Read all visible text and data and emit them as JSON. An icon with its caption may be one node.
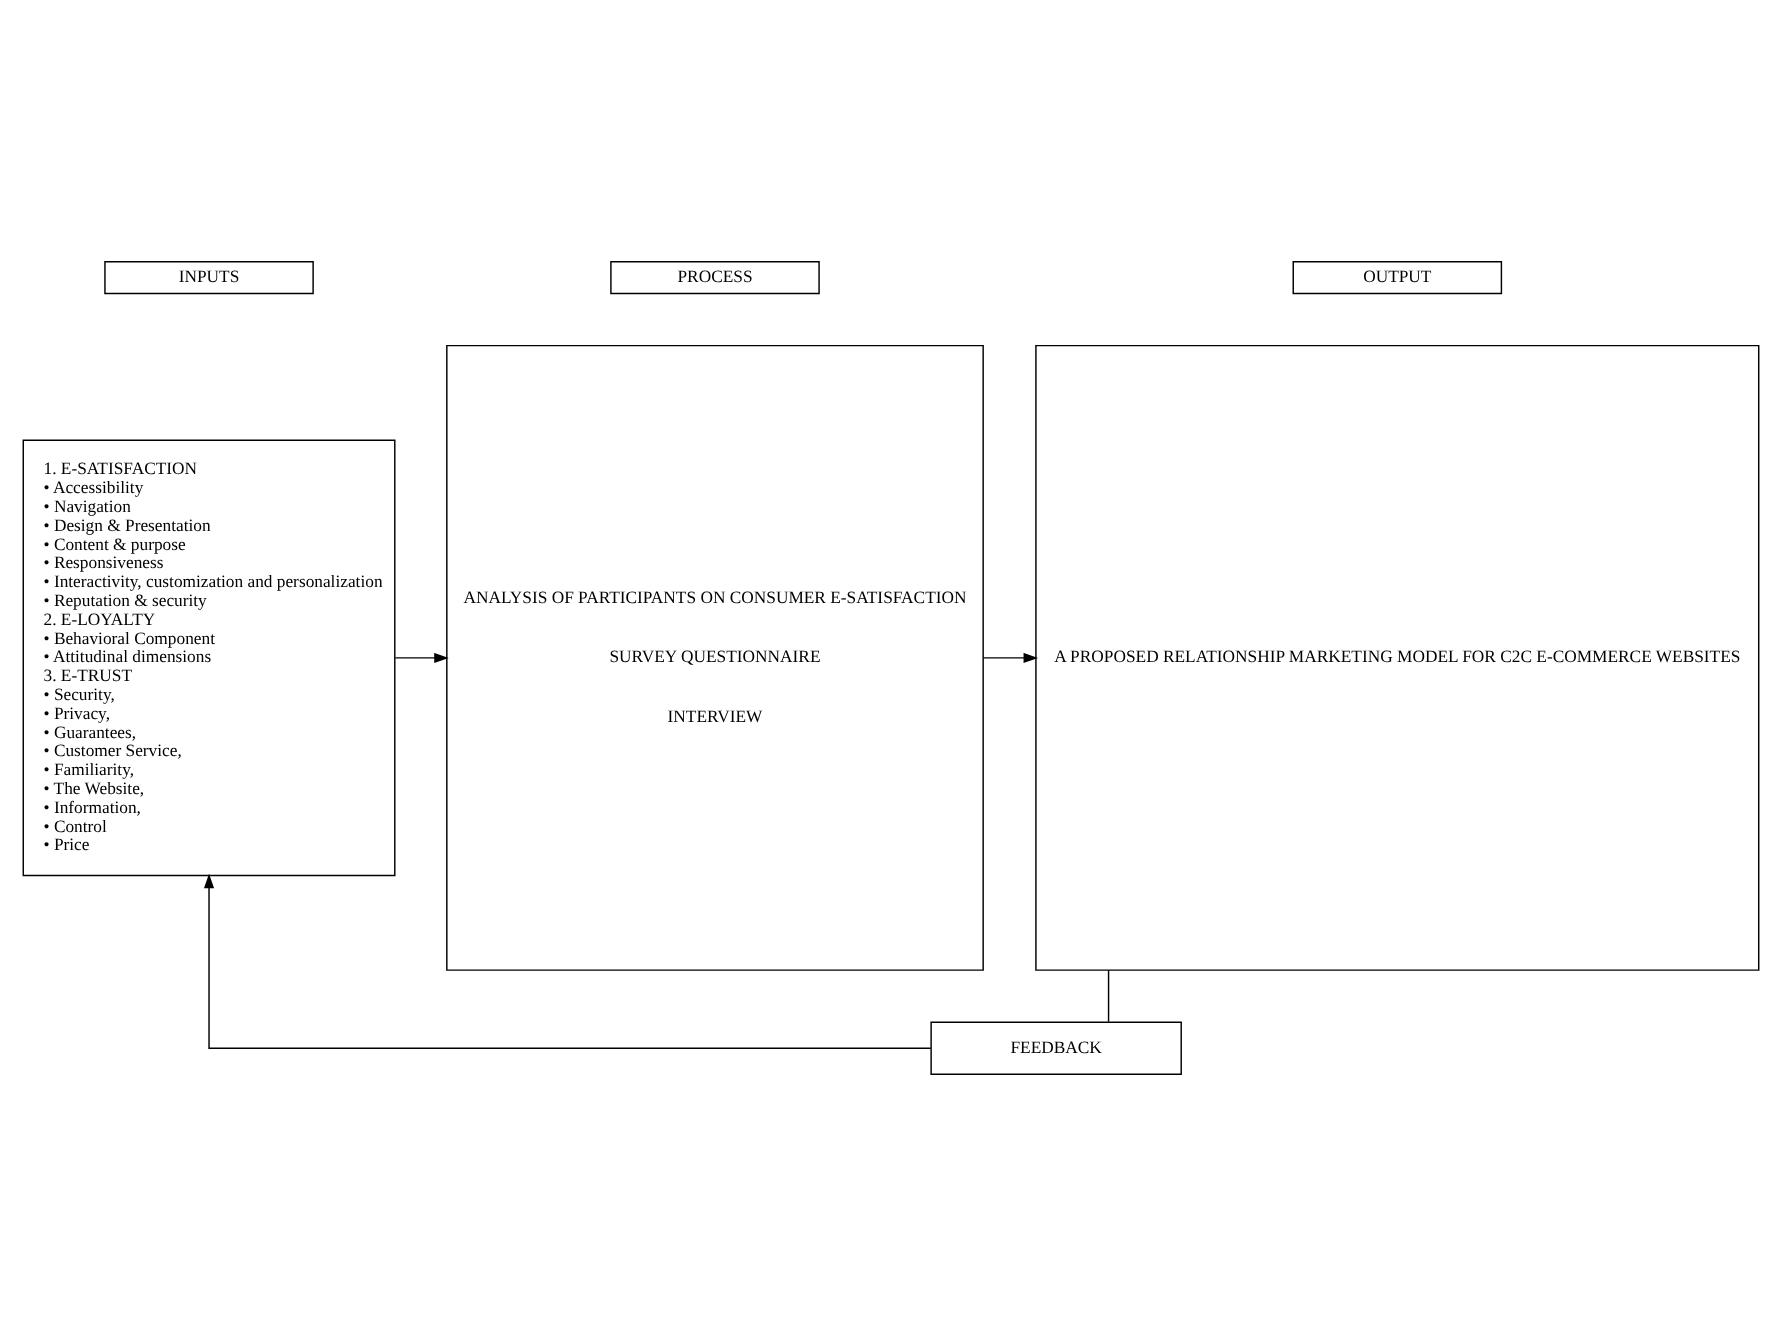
{
  "diagram": {
    "nodes": [
      {
        "text": [
          "INPUTS"
        ]
      },
      {
        "text": [
          "PROCESS"
        ]
      },
      {
        "text": [
          "OUTPUT"
        ]
      },
      {
        "text": [
          "1. E-SATISFACTION",
          "• Accessibility",
          "• Navigation",
          "• Design & Presentation",
          "• Content & purpose",
          "• Responsiveness",
          "• Interactivity, customization and personalization",
          "• Reputation & security",
          "2. E-LOYALTY",
          "• Behavioral Component",
          "• Attitudinal dimensions",
          "3. E-TRUST",
          "• Security,",
          "• Privacy,",
          "• Guarantees,",
          "• Customer Service,",
          "• Familiarity,",
          "• The Website,",
          "• Information,",
          "• Control",
          "• Price"
        ]
      },
      {
        "text": [
          "ANALYSIS OF PARTICIPANTS ON CONSUMER E-SATISFACTION",
          "SURVEY QUESTIONNAIRE",
          "INTERVIEW"
        ]
      },
      {
        "text": [
          "A PROPOSED RELATIONSHIP MARKETING MODEL FOR C2C E-COMMERCE WEBSITES"
        ]
      },
      {
        "text": [
          "FEEDBACK"
        ]
      }
    ],
    "edges": [
      {
        "from": 3,
        "to": 4,
        "arrow": "to"
      },
      {
        "from": 4,
        "to": 5,
        "arrow": "to"
      },
      {
        "from": 5,
        "to": 6,
        "arrow": "none"
      },
      {
        "from": 6,
        "to": 3,
        "arrow": "to"
      }
    ]
  }
}
